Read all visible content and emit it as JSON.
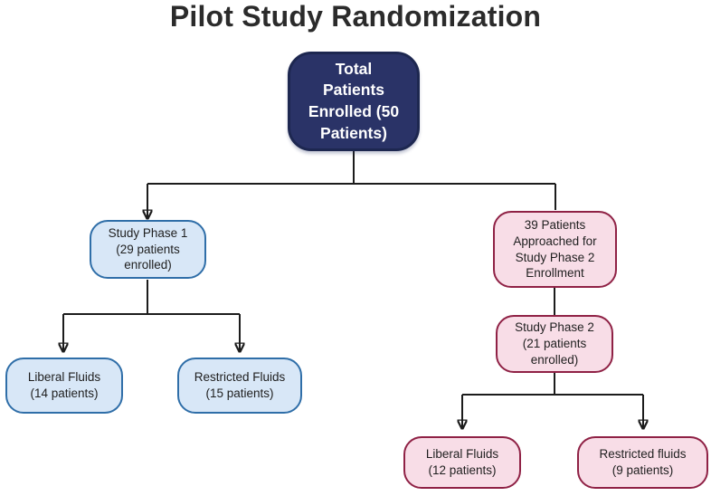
{
  "colors": {
    "navy-fill": "#2a3367",
    "navy-border": "#1d2750",
    "blue-fill": "#d8e7f7",
    "blue-border": "#2f6ea8",
    "pink-fill": "#f8dde7",
    "pink-border": "#8f2145",
    "line": "#1c1c1c",
    "title-text": "#2b2b2b",
    "node-text": "#1f1f1f"
  },
  "diagram": {
    "title": "Pilot Study Randomization",
    "nodes": {
      "total": {
        "label": "Total\nPatients\nEnrolled (50\nPatients)"
      },
      "phase1": {
        "label": "Study Phase 1\n(29 patients\nenrolled)"
      },
      "liberal1": {
        "label": "Liberal Fluids\n(14 patients)"
      },
      "restricted1": {
        "label": "Restricted Fluids\n(15 patients)"
      },
      "approached": {
        "label": "39 Patients\nApproached for\nStudy Phase 2\nEnrollment"
      },
      "phase2": {
        "label": "Study Phase 2\n(21 patients\nenrolled)"
      },
      "liberal2": {
        "label": "Liberal Fluids\n(12 patients)"
      },
      "restricted2": {
        "label": "Restricted fluids\n(9 patients)"
      }
    }
  }
}
